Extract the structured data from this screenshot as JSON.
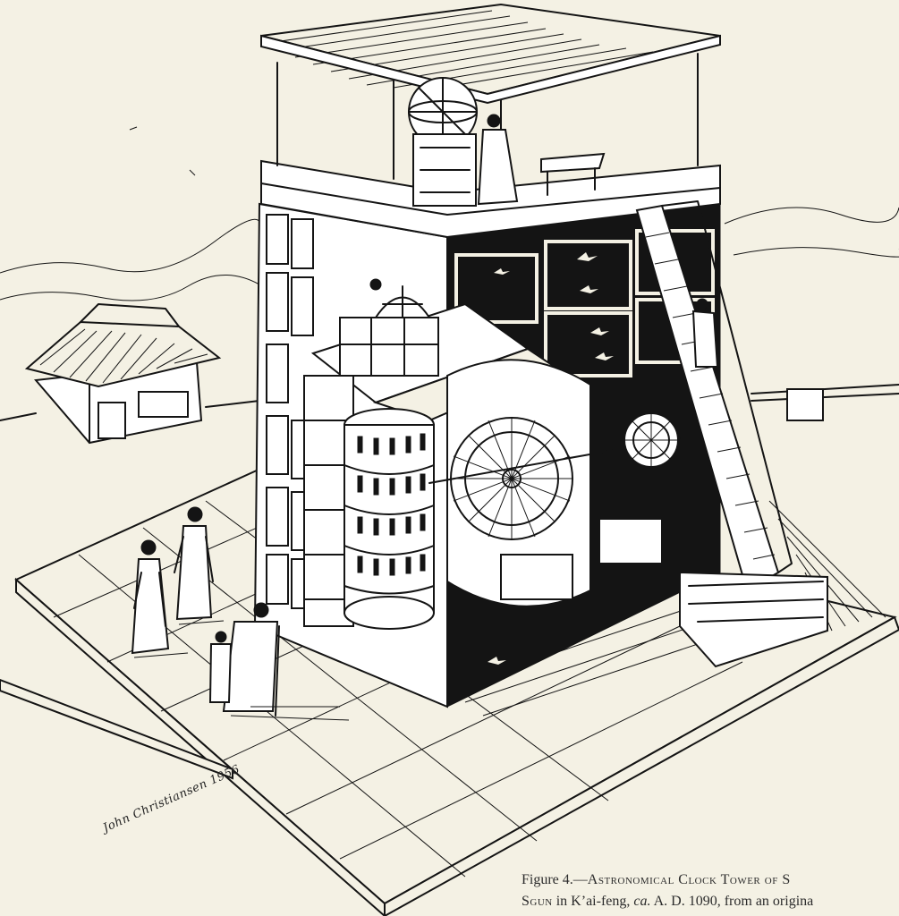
{
  "signature": "John Christiansen 1956",
  "caption": {
    "line1_prefix": "Figure 4.—",
    "line1_title": "Astronomical Clock Tower of S",
    "line2_name": "Sgun",
    "line2_place": " in K’ai-feng, ",
    "line2_ca": "ca.",
    "line2_rest": " A. D. 1090, from an origina"
  },
  "colors": {
    "paper": "#f4f1e4",
    "ink": "#141414"
  },
  "icons": [
    "armillary-sphere-icon",
    "celestial-globe-icon",
    "water-wheel-icon",
    "bird-icon"
  ]
}
